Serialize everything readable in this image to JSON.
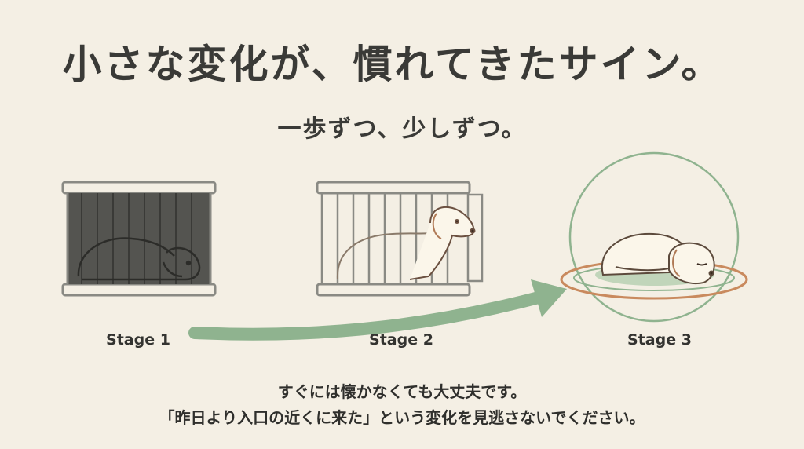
{
  "header": {
    "title": "小さな変化が、慣れてきたサイン。",
    "subtitle": "一歩ずつ、少しずつ。"
  },
  "stages": [
    {
      "label": "Stage 1"
    },
    {
      "label": "Stage 2"
    },
    {
      "label": "Stage 3"
    }
  ],
  "message": {
    "line1": "すぐには懐かなくても大丈夫です。",
    "line2": "「昨日より入口の近くに来た」という変化を見逃さないでください。"
  },
  "colors": {
    "background": "#f4efe4",
    "cage_dark": "#545450",
    "accent_green": "#8fb38f",
    "ring_orange": "#c98a5e"
  }
}
